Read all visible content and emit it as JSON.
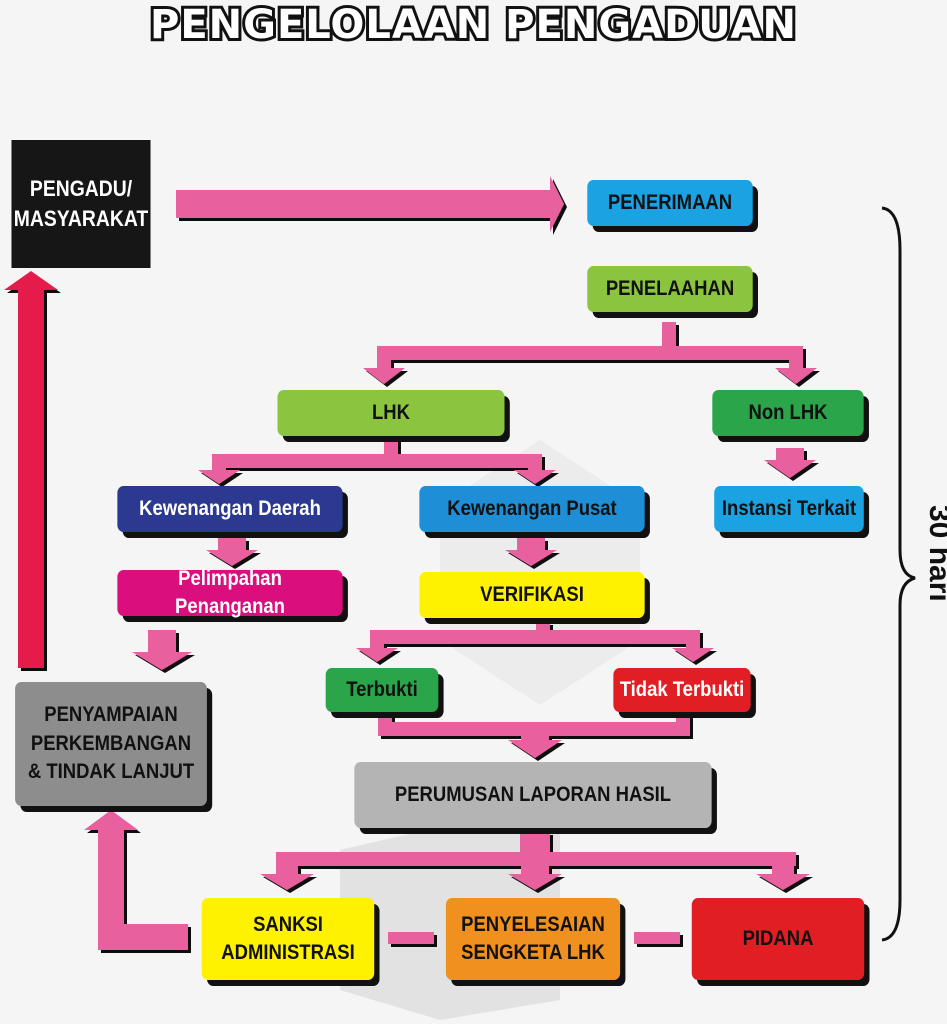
{
  "title": "PENGELOLAAN PENGADUAN",
  "duration_label": "30 hari",
  "colors": {
    "pink_arrow": "#e9609f",
    "red_arrow": "#e51a4c",
    "black": "#111111"
  },
  "nodes": {
    "pengadu": {
      "line1": "PENGADU/",
      "line2": "MASYARAKAT"
    },
    "penerimaan": {
      "label": "PENERIMAAN"
    },
    "penelaahan": {
      "label": "PENELAAHAN"
    },
    "lhk": {
      "label": "LHK"
    },
    "non_lhk": {
      "label": "Non LHK"
    },
    "kewenangan_daerah": {
      "label": "Kewenangan Daerah"
    },
    "kewenangan_pusat": {
      "label": "Kewenangan Pusat"
    },
    "instansi_terkait": {
      "label": "Instansi Terkait"
    },
    "pelimpahan": {
      "label": "Pelimpahan Penanganan"
    },
    "verifikasi": {
      "label": "VERIFIKASI"
    },
    "terbukti": {
      "label": "Terbukti"
    },
    "tidak_terbukti": {
      "label": "Tidak Terbukti"
    },
    "penyampaian": {
      "line1": "PENYAMPAIAN",
      "line2": "PERKEMBANGAN",
      "line3": "& TINDAK LANJUT"
    },
    "perumusan": {
      "label": "PERUMUSAN LAPORAN HASIL"
    },
    "sanksi": {
      "line1": "SANKSI",
      "line2": "ADMINISTRASI"
    },
    "penyelesaian": {
      "line1": "PENYELESAIAN",
      "line2": "SENGKETA LHK"
    },
    "pidana": {
      "label": "PIDANA"
    }
  }
}
